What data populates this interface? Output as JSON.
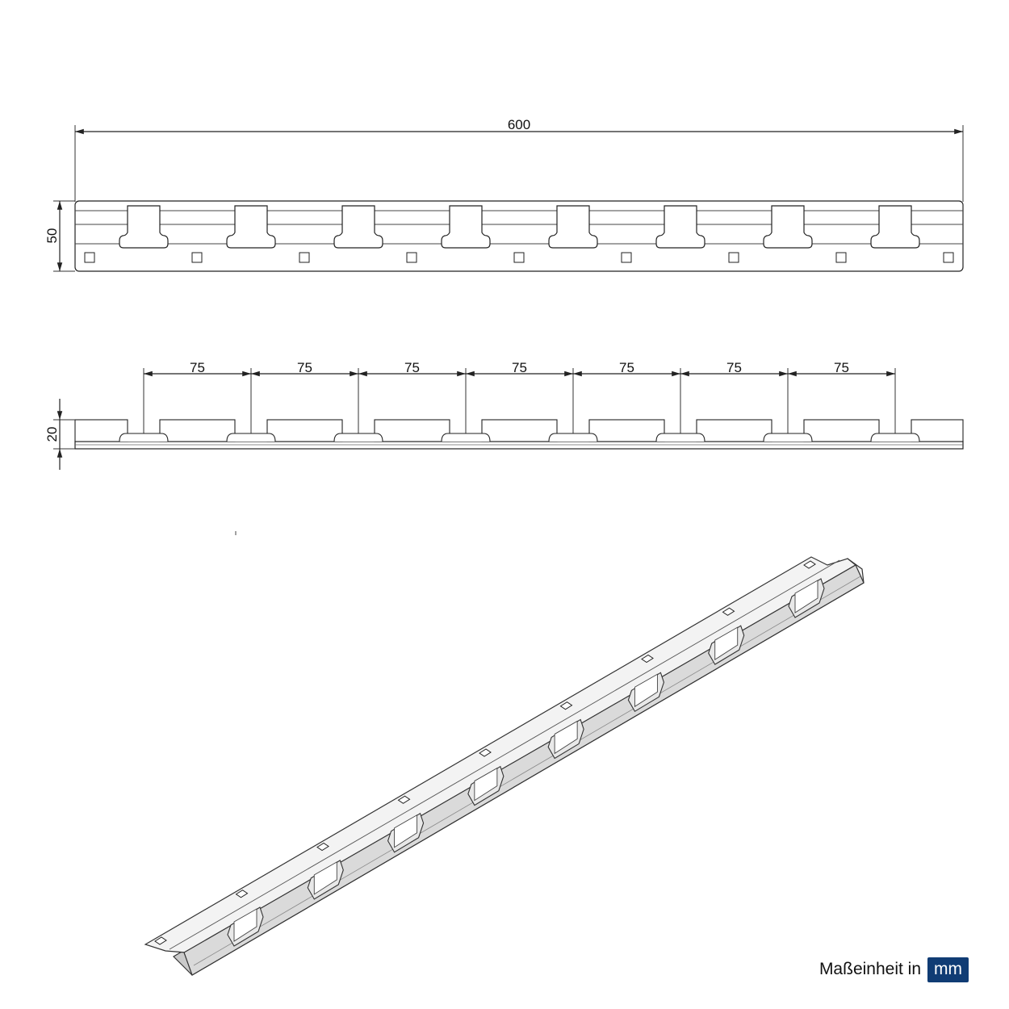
{
  "top_view": {
    "length_label": "600",
    "height_label": "50",
    "slot_count": 8,
    "square_hole_count": 9
  },
  "side_view": {
    "spacing_labels": [
      "75",
      "75",
      "75",
      "75",
      "75",
      "75",
      "75"
    ],
    "height_label": "20"
  },
  "isometric_view": {
    "slot_count": 8,
    "square_hole_count": 9
  },
  "unit_note": {
    "label": "Maßeinheit in",
    "unit": "mm",
    "badge_color": "#103c74"
  }
}
